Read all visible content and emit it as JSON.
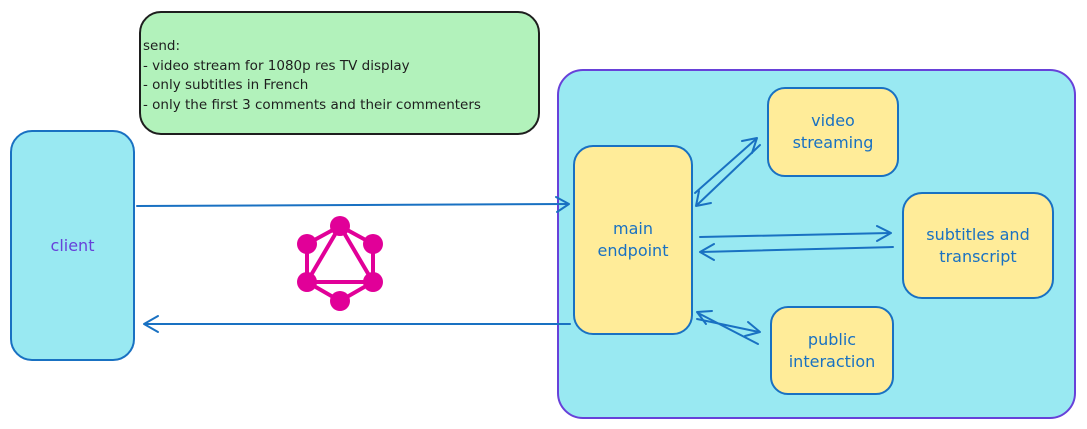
{
  "note": {
    "line1": "send:",
    "line2": "- video stream for 1080p res TV display",
    "line3": "- only subtitles in French",
    "line4": "- only the first 3 comments and their commenters"
  },
  "nodes": {
    "client": "client",
    "main_endpoint": "main\nendpoint",
    "video_streaming": "video\nstreaming",
    "subtitles": "subtitles and\ntranscript",
    "public_interaction": "public\ninteraction"
  },
  "icons": {
    "graphql": "graphql-logo-icon"
  },
  "colors": {
    "container_fill": "#99e9f2",
    "container_stroke": "#6741d9",
    "service_fill": "#ffec99",
    "service_stroke": "#1971c2",
    "note_fill": "#b2f2bb",
    "graphql_pink": "#e10098",
    "arrow": "#1971c2"
  }
}
